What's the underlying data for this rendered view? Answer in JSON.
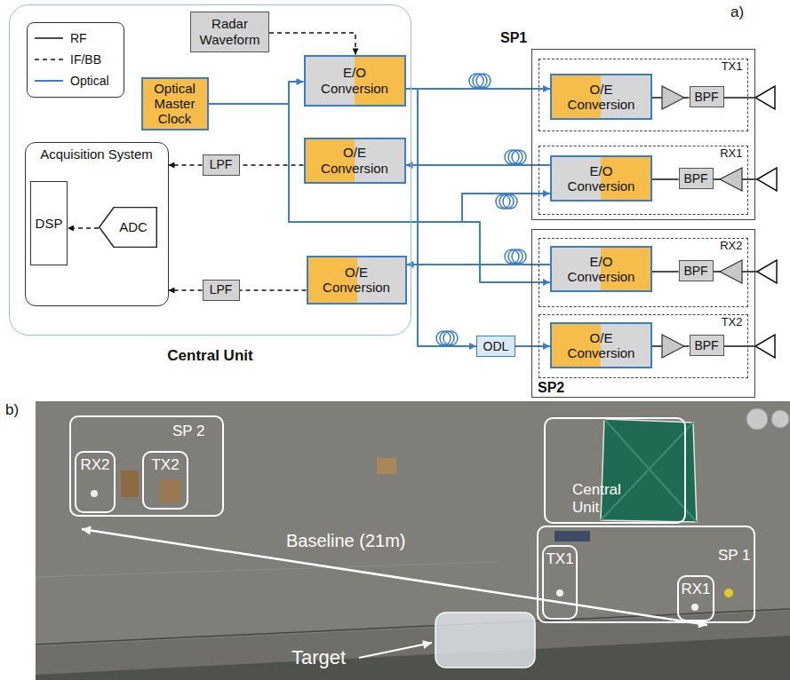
{
  "diagram": {
    "nodes": [
      {
        "text": [
          "Central Unit"
        ]
      },
      {
        "text": [
          "Radar Waveform"
        ],
        "in": 0
      },
      {
        "text": [
          "E/O Conversion"
        ],
        "in": 0
      },
      {
        "text": [
          "Optical Master Clock"
        ],
        "in": 0
      },
      {
        "text": [
          "O/E Conversion"
        ],
        "in": 0
      },
      {
        "text": [
          "Acquisition System"
        ],
        "in": 0
      },
      {
        "text": [
          "DSP"
        ],
        "in": 5
      },
      {
        "text": [
          "ADC"
        ],
        "in": 5
      },
      {
        "text": [
          "LPF"
        ],
        "in": 0
      },
      {
        "text": [
          "LPF"
        ],
        "in": 0
      },
      {
        "text": [
          "O/E Conversion"
        ],
        "in": 0
      },
      {
        "text": [
          "SP1"
        ]
      },
      {
        "text": [
          "TX1"
        ],
        "in": 11
      },
      {
        "text": [
          "O/E Conversion"
        ],
        "in": 12
      },
      {
        "text": [
          "BPF"
        ],
        "in": 12
      },
      {
        "text": [
          "RX1"
        ],
        "in": 11
      },
      {
        "text": [
          "E/O Conversion"
        ],
        "in": 15
      },
      {
        "text": [
          "BPF"
        ],
        "in": 15
      },
      {
        "text": [
          "SP2"
        ]
      },
      {
        "text": [
          "RX2"
        ],
        "in": 18
      },
      {
        "text": [
          "E/O Conversion"
        ],
        "in": 19
      },
      {
        "text": [
          "BPF"
        ],
        "in": 19
      },
      {
        "text": [
          "TX2"
        ],
        "in": 18
      },
      {
        "text": [
          "O/E Conversion"
        ],
        "in": 22
      },
      {
        "text": [
          "BPF"
        ],
        "in": 22
      },
      {
        "text": [
          "ODL"
        ]
      },
      {
        "text": [
          "SP 2"
        ]
      },
      {
        "text": [
          "RX2"
        ],
        "in": 26
      },
      {
        "text": [
          "TX2"
        ],
        "in": 26
      },
      {
        "text": [
          "Central Unit"
        ]
      },
      {
        "text": [
          "SP 1"
        ]
      },
      {
        "text": [
          "TX1"
        ],
        "in": 30
      },
      {
        "text": [
          "RX1"
        ],
        "in": 30
      }
    ],
    "edges": [
      {
        "from": 1,
        "to": 2,
        "arrow": "to"
      },
      {
        "from": 3,
        "to": 2,
        "arrow": "to"
      },
      {
        "from": 3,
        "to": 16,
        "arrow": "to"
      },
      {
        "from": 3,
        "to": 20,
        "arrow": "to"
      },
      {
        "from": 2,
        "to": 13,
        "arrow": "to"
      },
      {
        "from": 2,
        "to": 25,
        "arrow": "to"
      },
      {
        "from": 25,
        "to": 23,
        "arrow": "to"
      },
      {
        "from": 16,
        "to": 4,
        "arrow": "to"
      },
      {
        "from": 20,
        "to": 10,
        "arrow": "to"
      },
      {
        "from": 4,
        "to": 8,
        "arrow": "none"
      },
      {
        "from": 8,
        "to": 5,
        "arrow": "to"
      },
      {
        "from": 10,
        "to": 9,
        "arrow": "none"
      },
      {
        "from": 9,
        "to": 5,
        "arrow": "to"
      },
      {
        "from": 7,
        "to": 6,
        "arrow": "to"
      },
      {
        "from": 13,
        "to": 14,
        "arrow": "none"
      },
      {
        "from": 17,
        "to": 16,
        "arrow": "none"
      },
      {
        "from": 21,
        "to": 20,
        "arrow": "none"
      },
      {
        "from": 23,
        "to": 24,
        "arrow": "none"
      }
    ],
    "labels": [
      "a)",
      "b)",
      "Baseline (21m)",
      "Target"
    ],
    "legend": [
      {
        "text": "RF"
      },
      {
        "text": "IF/BB"
      },
      {
        "text": "Optical"
      }
    ]
  }
}
